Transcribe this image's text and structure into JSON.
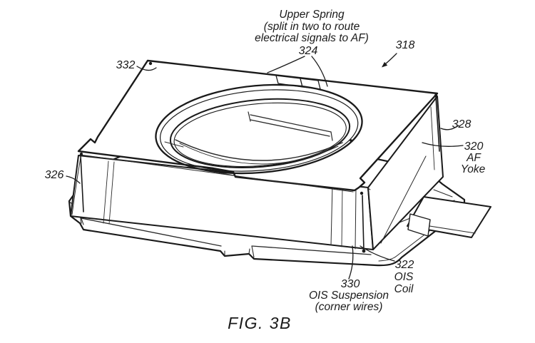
{
  "colors": {
    "ink": "#1a1a1a",
    "paper": "#ffffff"
  },
  "figure_caption": "FIG. 3B",
  "callouts": {
    "upper_spring_note": {
      "line1": "Upper Spring",
      "line2": "(split in two to route",
      "line3": "electrical signals to AF)"
    },
    "ref_324": "324",
    "ref_318": "318",
    "ref_332": "332",
    "ref_328": "328",
    "ref_326": "326",
    "af_yoke": {
      "ref": "320",
      "name1": "AF",
      "name2": "Yoke"
    },
    "ois_coil": {
      "ref": "322",
      "name1": "OIS",
      "name2": "Coil"
    },
    "ois_suspension": {
      "ref": "330",
      "name1": "OIS Suspension",
      "name2": "(corner wires)"
    }
  }
}
